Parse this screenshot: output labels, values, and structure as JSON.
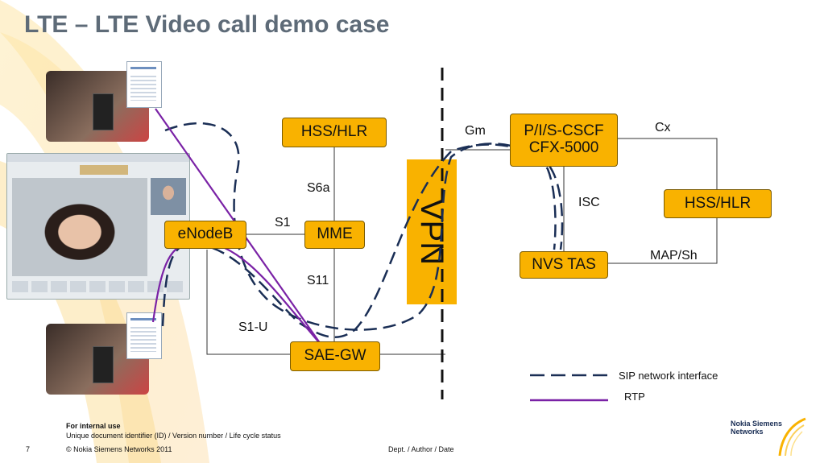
{
  "title": "LTE – LTE Video call demo case",
  "nodes": {
    "hss_hlr_left": "HSS/HLR",
    "enodeb": "eNodeB",
    "mme": "MME",
    "sae_gw": "SAE-GW",
    "vpn": "VPN",
    "cscf_line1": "P/I/S-CSCF",
    "cscf_line2": "CFX-5000",
    "hss_hlr_right": "HSS/HLR",
    "nvs_tas": "NVS TAS"
  },
  "interfaces": {
    "s6a": "S6a",
    "s1": "S1",
    "s11": "S11",
    "s1u": "S1-U",
    "gm": "Gm",
    "cx": "Cx",
    "isc": "ISC",
    "map_sh": "MAP/Sh"
  },
  "legend": {
    "sip": "SIP network interface",
    "rtp": "RTP"
  },
  "footer": {
    "internal": "For internal use",
    "doc_id": "Unique document identifier (ID) / Version number / Life cycle status",
    "page": "7",
    "copyright": "© Nokia Siemens Networks 2011",
    "dept": "Dept. / Author / Date",
    "logo_line1": "Nokia Siemens",
    "logo_line2": "Networks"
  },
  "colors": {
    "node": "#f9b200",
    "sip_line": "#1a2e55",
    "rtp_line": "#7a22a6",
    "title": "#5e6b78"
  }
}
